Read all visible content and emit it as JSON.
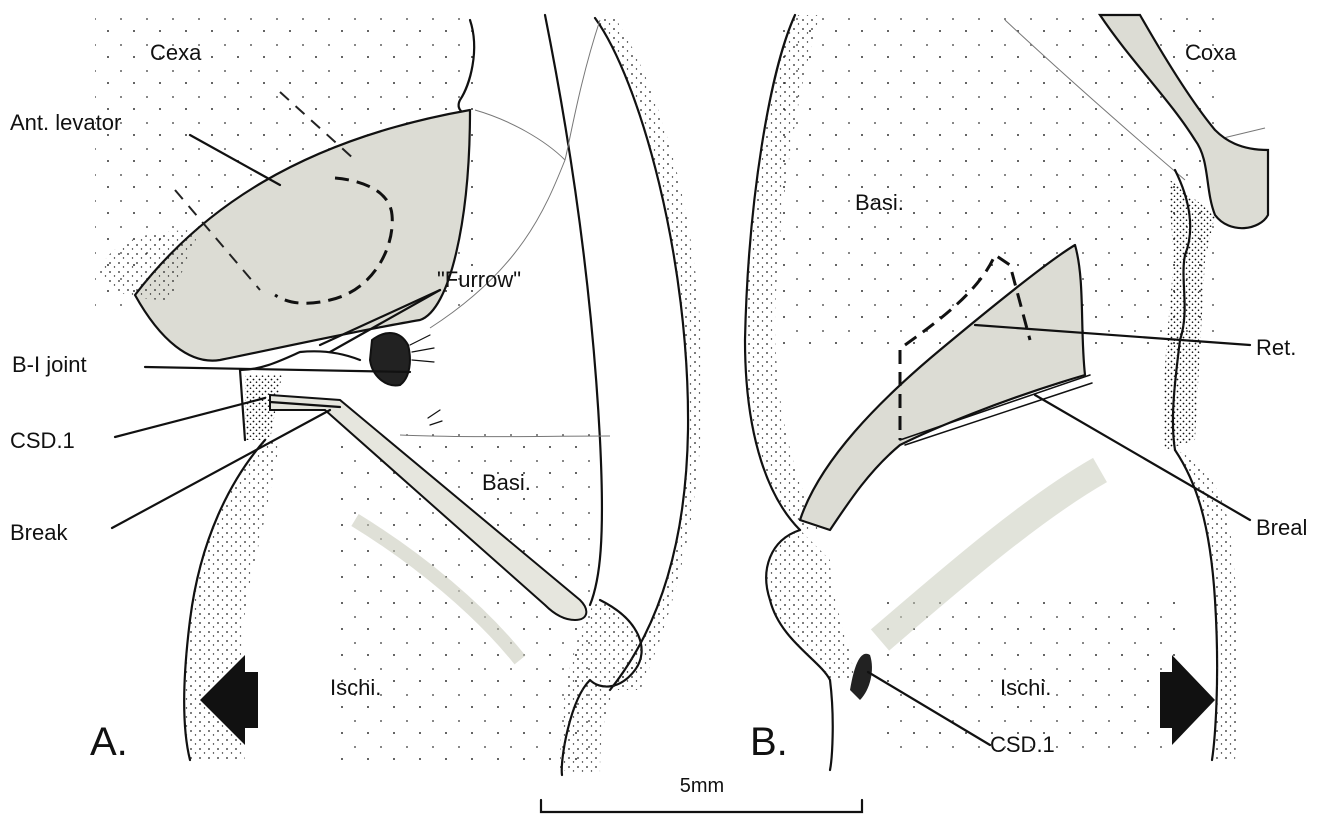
{
  "panel_a": {
    "letter": "A.",
    "labels": {
      "coxa": "Cexa",
      "ant_levator": "Ant. levator",
      "furrow": "\"Furrow\"",
      "b_i_joint": "B-I joint",
      "csd1": "CSD.1",
      "break": "Break",
      "basi": "Basi.",
      "ischi": "Ischi."
    }
  },
  "panel_b": {
    "letter": "B.",
    "labels": {
      "coxa": "Coxa",
      "basi": "Basi.",
      "ret": "Ret.",
      "break": "Breal",
      "ischi": "Ischi.",
      "csd1": "CSD.1"
    }
  },
  "scale_bar": {
    "label": "5mm"
  },
  "colors": {
    "ink": "#111111",
    "muscle_fill": "#dcdcd4",
    "paper": "#ffffff"
  }
}
